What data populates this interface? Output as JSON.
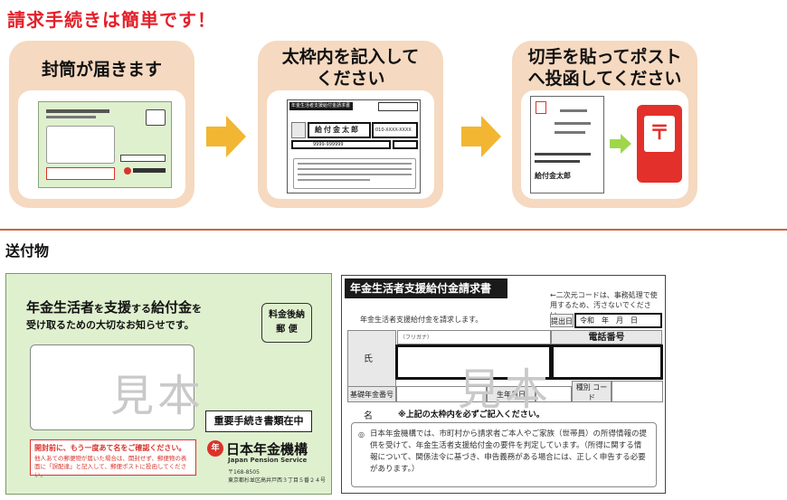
{
  "headline": "請求手続きは簡単です！",
  "steps": [
    {
      "title_line1": "封筒が届きます",
      "title_line2": ""
    },
    {
      "title_line1": "太枠内を記入して",
      "title_line2": "ください"
    },
    {
      "title_line1": "切手を貼ってポスト",
      "title_line2": "へ投函してください"
    }
  ],
  "section_title": "送付物",
  "envelope": {
    "title_part1": "年金生活者",
    "title_part2": "を",
    "title_part3": "支援",
    "title_part4": "する",
    "title_part5": "給付金",
    "title_part6": "を",
    "subtitle": "受け取るための大切なお知らせです。",
    "postage_line1": "料金後納",
    "postage_line2": "郵 便",
    "sample": "見本",
    "important": "重要手続き書類在中",
    "warn_line1": "開封前に、もう一度あて名をご確認ください。",
    "warn_line2": "他人あての郵便物が届いた場合は、開封せず、郵便物の表面に「誤配達」と記入して、郵便ポストに投函してください。",
    "org_logo": "年",
    "org_name": "日本年金機構",
    "org_name_en": "Japan Pension Service",
    "postal_code": "〒168-8505",
    "address": "東京都杉並区高井戸西３丁目５番２４号"
  },
  "form": {
    "header": "年金生活者支援給付金請求書",
    "qr_note": "←二次元コードは、事務処理で使用するため、汚さないでください。",
    "request_line": "年金生活者支援給付金を請求します。",
    "date_label": "提出日",
    "date_value": "令和　年　月　日",
    "name_label": "氏　名",
    "furigana": "（フリガナ）",
    "phone_label": "電話番号",
    "pension_label": "基礎年金番号",
    "dob_label": "生年月日",
    "type_label": "種別 コード",
    "sample": "見本",
    "bold_note": "※上記の太枠内を必ずご記入ください。",
    "consent_mark": "◎",
    "consent_text": "日本年金機構では、市町村から請求者ご本人やご家族（世帯員）の所得情報の提供を受けて、年金生活者支援給付金の要件を判定しています。（所得に関する情報について、関係法令に基づき、申告義務がある場合には、正しく申告する必要があります。）"
  },
  "mini_form": {
    "header": "年金生活者支援給付金請求書",
    "name": "給付金太郎",
    "phone": "010-XXXX-XXXX",
    "pension_no": "9999-999999"
  },
  "mini_post": {
    "name": "給付金太郎",
    "mark": "〒"
  },
  "colors": {
    "headline": "#e4202a",
    "step_bg": "#f5d9c0",
    "arrow": "#f2b632",
    "divider": "#c8663c",
    "envelope_bg": "#dff0cf",
    "postbox": "#e3302a"
  }
}
